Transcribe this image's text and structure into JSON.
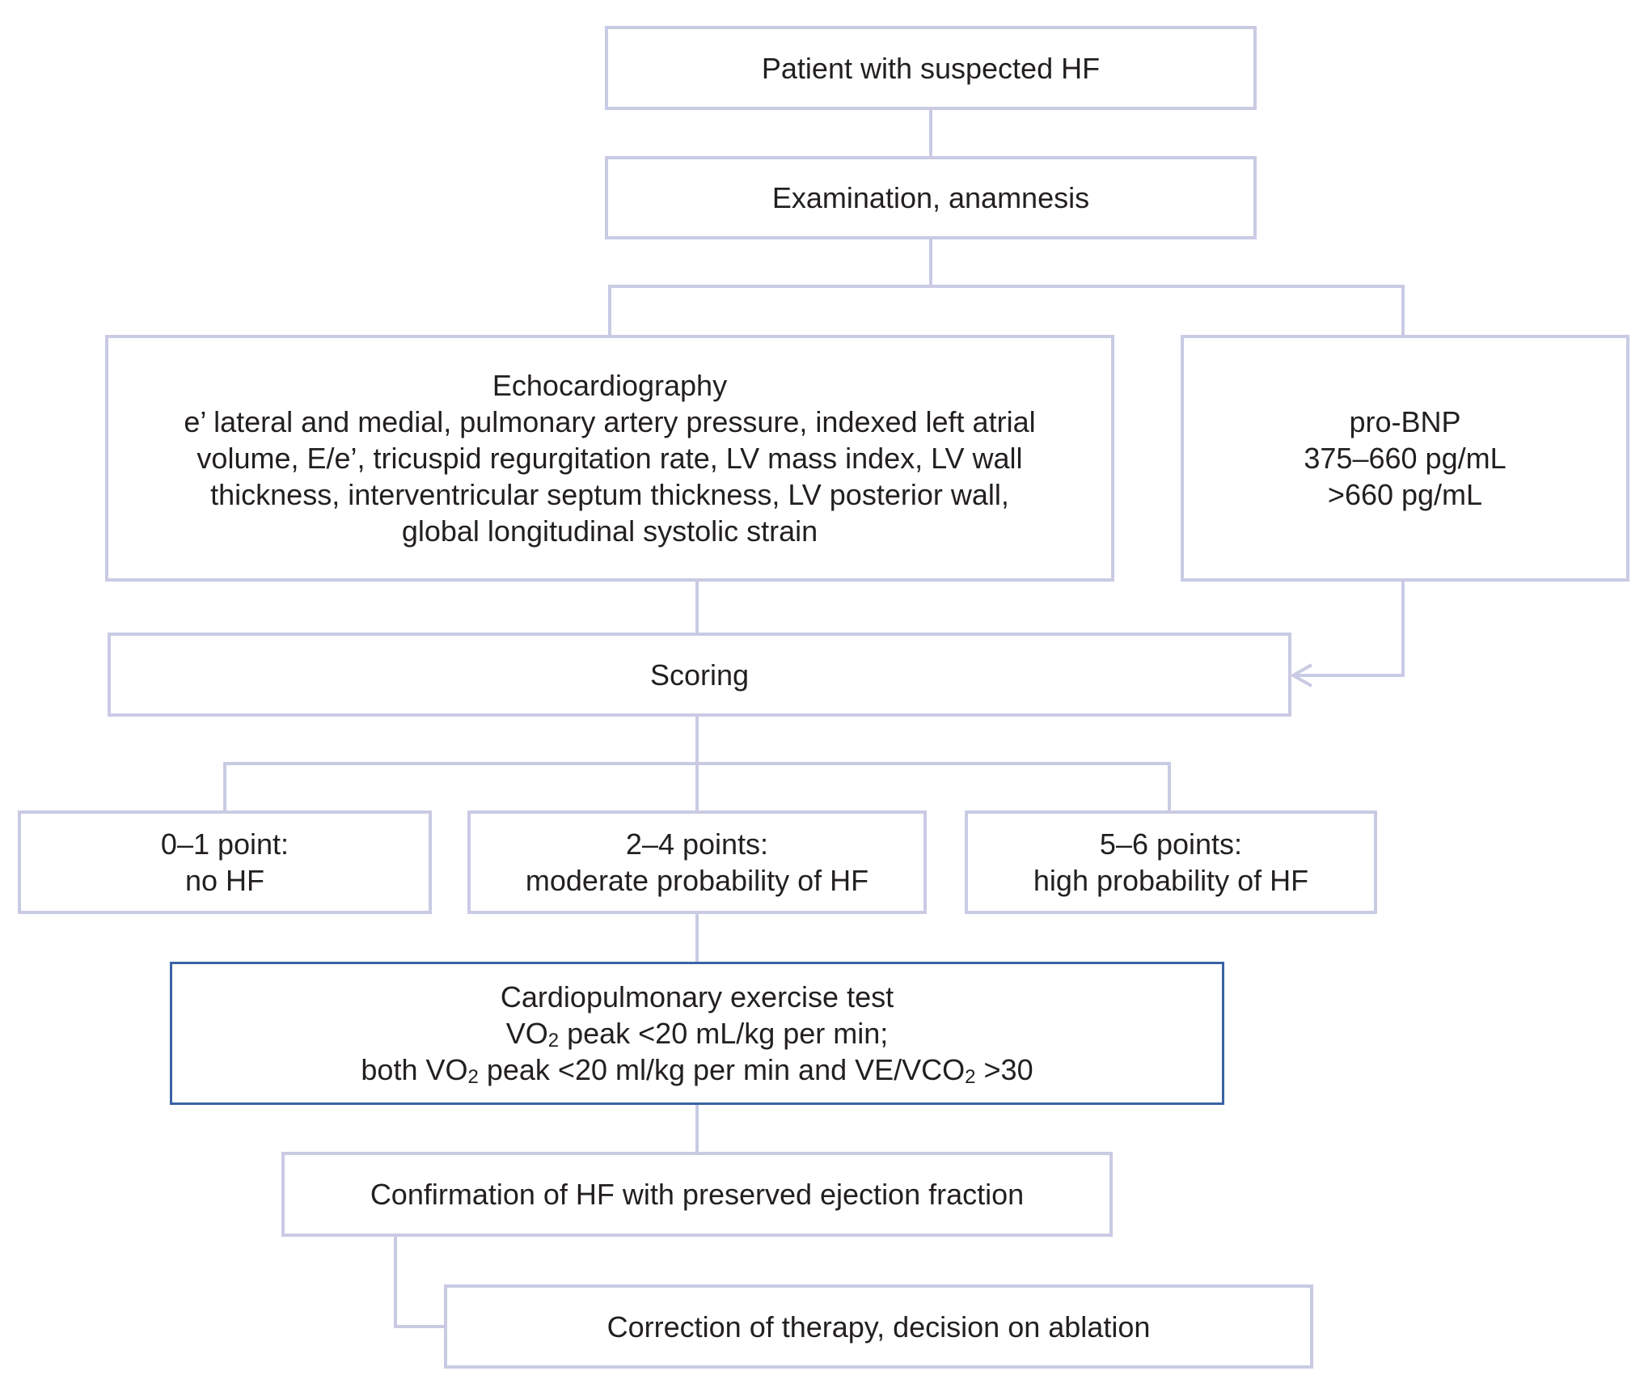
{
  "colors": {
    "box_border": "#c9cbe4",
    "accent_border": "#3a63a5",
    "text": "#231f20"
  },
  "flowchart": {
    "start": {
      "label": "Patient with suspected HF"
    },
    "examination": {
      "label": "Examination, anamnesis"
    },
    "echo": {
      "title": "Echocardiography",
      "lines": [
        "e’ lateral and medial, pulmonary artery pressure, indexed left atrial",
        "volume, E/e’, tricuspid regurgitation rate, LV mass index, LV wall",
        "thickness, interventricular septum thickness, LV posterior wall,",
        "global longitudinal systolic strain"
      ]
    },
    "probnp": {
      "title": "pro-BNP",
      "lines": [
        "375–660 pg/mL",
        ">660 pg/mL"
      ]
    },
    "scoring": {
      "label": "Scoring"
    },
    "outcomes": [
      {
        "points": "0–1 point:",
        "result": "no HF"
      },
      {
        "points": "2–4 points:",
        "result": "moderate probability of HF"
      },
      {
        "points": "5–6 points:",
        "result": "high probability of HF"
      }
    ],
    "cpet": {
      "title": "Cardiopulmonary exercise test",
      "line2": {
        "a": "VO",
        "sub": "2",
        "b": " peak <20 mL/kg per min;"
      },
      "line3": {
        "a": "both VO",
        "sub1": "2",
        "b": " peak <20 ml/kg per min and VE/VCO",
        "sub2": "2",
        "c": " >30"
      }
    },
    "confirmation": {
      "label": "Confirmation of HF with preserved ejection fraction"
    },
    "correction": {
      "label": "Correction of therapy, decision on ablation"
    }
  }
}
